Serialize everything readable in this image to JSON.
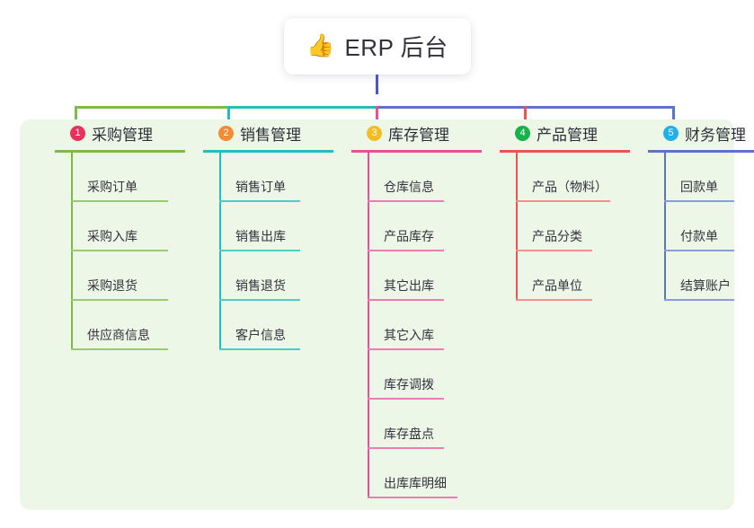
{
  "root": {
    "icon": "thumbs-up-emoji",
    "icon_glyph": "👍",
    "title": "ERP 后台",
    "stem_color": "#4a55c8"
  },
  "panel": {
    "background": "#edf7e7"
  },
  "columns": [
    {
      "number": "1",
      "badge_color": "#e8315c",
      "line_color": "#7cba4a",
      "title": "采购管理",
      "items": [
        "采购订单",
        "采购入库",
        "采购退货",
        "供应商信息"
      ]
    },
    {
      "number": "2",
      "badge_color": "#f58b33",
      "line_color": "#20bfba",
      "title": "销售管理",
      "items": [
        "销售订单",
        "销售出库",
        "销售退货",
        "客户信息"
      ]
    },
    {
      "number": "3",
      "badge_color": "#f5bc24",
      "line_color": "#e8509a",
      "title": "库存管理",
      "items": [
        "仓库信息",
        "产品库存",
        "其它出库",
        "其它入库",
        "库存调拨",
        "库存盘点",
        "出库库明细"
      ]
    },
    {
      "number": "4",
      "badge_color": "#16b34a",
      "line_color": "#ef5350",
      "title": "产品管理",
      "items": [
        "产品（物料）",
        "产品分类",
        "产品单位"
      ]
    },
    {
      "number": "5",
      "badge_color": "#22b0e8",
      "line_color": "#5b74c9",
      "title": "财务管理",
      "items": [
        "回款单",
        "付款单",
        "结算账户"
      ]
    }
  ],
  "bus": {
    "segments": [
      {
        "color": "#7cba4a"
      },
      {
        "color": "#20bfba"
      },
      {
        "color": "#5b74c9"
      }
    ]
  }
}
